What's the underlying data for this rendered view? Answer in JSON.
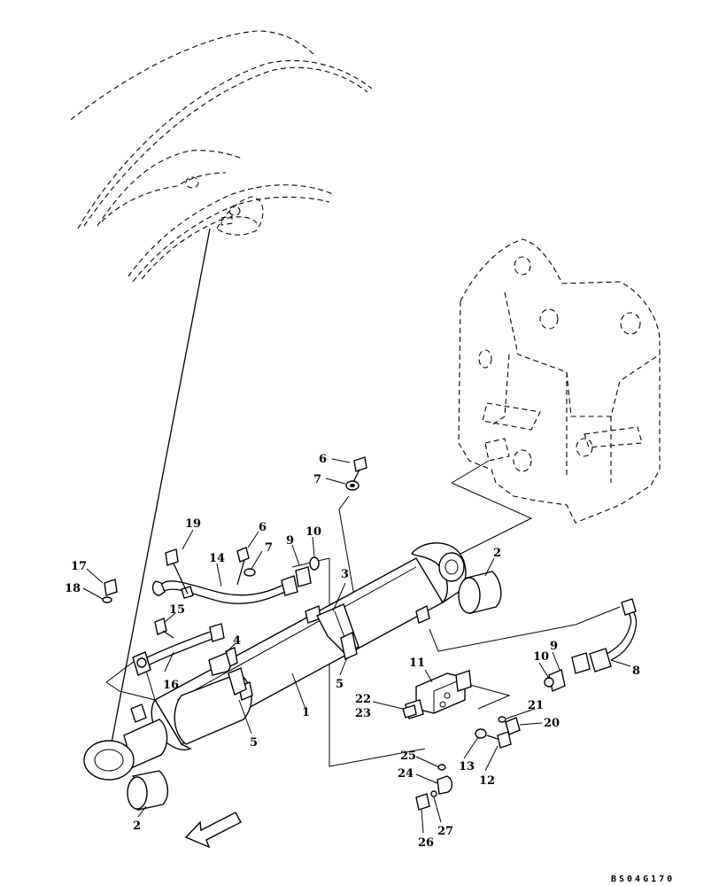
{
  "drawing": {
    "code": "BS04G170",
    "callouts": {
      "c1": "1",
      "c2a": "2",
      "c2b": "2",
      "c3": "3",
      "c4": "4",
      "c5a": "5",
      "c5b": "5",
      "c6a": "6",
      "c6b": "6",
      "c7a": "7",
      "c7b": "7",
      "c8": "8",
      "c9a": "9",
      "c9b": "9",
      "c10a": "10",
      "c10b": "10",
      "c11": "11",
      "c12": "12",
      "c13": "13",
      "c14": "14",
      "c15": "15",
      "c16": "16",
      "c17": "17",
      "c18": "18",
      "c19": "19",
      "c20": "20",
      "c21": "21",
      "c22": "22",
      "c23": "23",
      "c24": "24",
      "c25": "25",
      "c26": "26",
      "c27": "27"
    }
  }
}
